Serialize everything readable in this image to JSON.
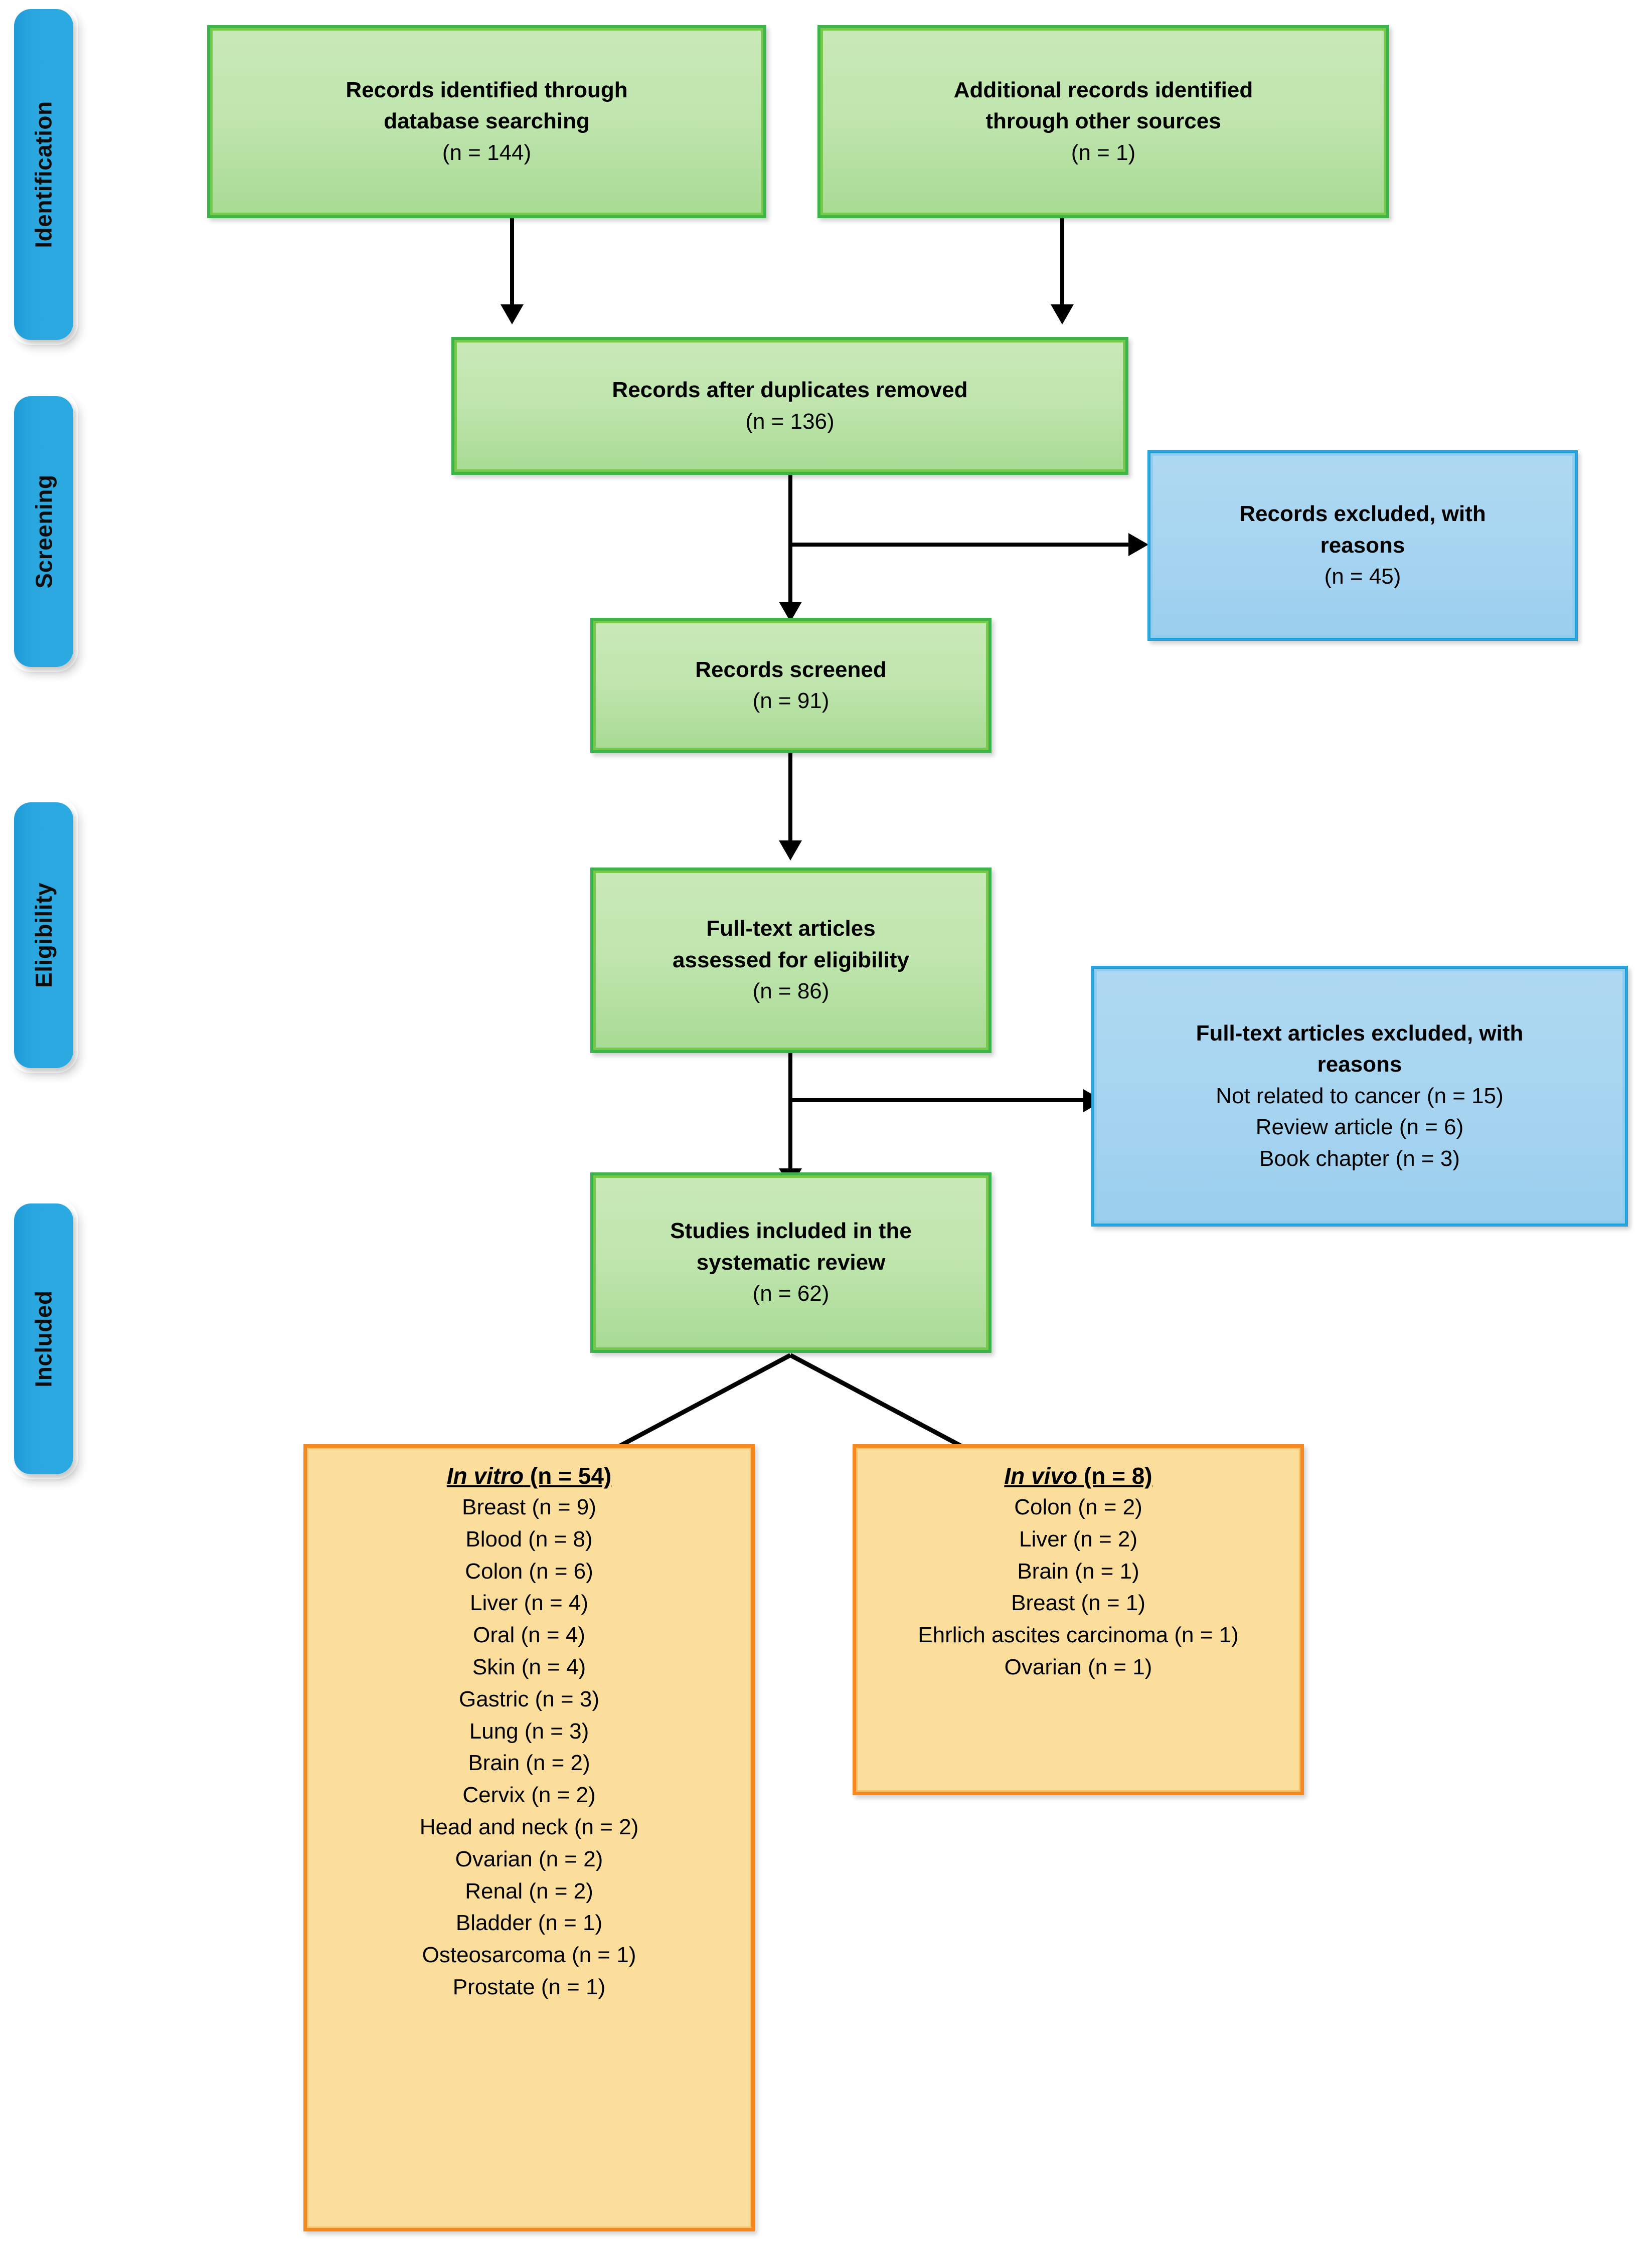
{
  "diagram": {
    "type": "prisma-flow-diagram",
    "colors": {
      "green_border": "#3DB44A",
      "green_fill": "#BFE5AD",
      "blue_border": "#2BA7E0",
      "blue_fill": "#A6D4F0",
      "orange_border": "#F6881F",
      "orange_fill": "#FCDE9C",
      "tab_blue": "#2BAAE2",
      "connector": "#000000"
    }
  },
  "stages": [
    {
      "label": "Identification"
    },
    {
      "label": "Screening"
    },
    {
      "label": "Eligibility"
    },
    {
      "label": "Included"
    }
  ],
  "boxes": {
    "records_database": {
      "lines": [
        "Records identified through",
        "database searching",
        "(n = 144)"
      ],
      "n": 144,
      "style": "green"
    },
    "records_other": {
      "lines": [
        "Additional records identified",
        "through other sources",
        "(n = 1)"
      ],
      "n": 1,
      "style": "green"
    },
    "duplicates_removed": {
      "lines": [
        "Records after duplicates removed",
        "(n = 136)"
      ],
      "n": 136,
      "style": "green"
    },
    "records_excluded": {
      "lines": [
        "Records excluded, with",
        "reasons",
        "(n = 45)"
      ],
      "n": 45,
      "style": "blue"
    },
    "records_screened": {
      "lines": [
        "Records screened",
        "(n = 91)"
      ],
      "n": 91,
      "style": "green"
    },
    "fulltext_assessed": {
      "lines": [
        "Full-text articles",
        "assessed for eligibility",
        "(n = 86)"
      ],
      "n": 86,
      "style": "green"
    },
    "fulltext_excluded": {
      "heading": [
        "Full-text articles excluded, with",
        "reasons"
      ],
      "reasons": [
        "Not related to cancer (n = 15)",
        "Review article (n = 6)",
        "Book chapter (n = 3)"
      ],
      "style": "blue"
    },
    "studies_included": {
      "lines": [
        "Studies included in the",
        "systematic review",
        "(n = 62)"
      ],
      "n": 62,
      "style": "green"
    },
    "in_vitro": {
      "heading_italic": "In vitro",
      "heading_rest": " (n = 54)",
      "n": 54,
      "style": "orange",
      "items": [
        "Breast (n = 9)",
        "Blood (n = 8)",
        "Colon (n = 6)",
        "Liver (n = 4)",
        "Oral (n = 4)",
        "Skin (n = 4)",
        "Gastric (n = 3)",
        "Lung (n = 3)",
        "Brain (n = 2)",
        "Cervix (n = 2)",
        "Head and neck (n = 2)",
        "Ovarian (n = 2)",
        "Renal (n = 2)",
        "Bladder (n = 1)",
        "Osteosarcoma (n = 1)",
        "Prostate (n = 1)"
      ]
    },
    "in_vivo": {
      "heading_italic": "In vivo",
      "heading_rest": " (n = 8)",
      "n": 8,
      "style": "orange",
      "items": [
        "Colon (n = 2)",
        "Liver (n = 2)",
        "Brain (n = 1)",
        "Breast (n = 1)",
        "Ehrlich ascites carcinoma (n = 1)",
        "Ovarian (n = 1)"
      ]
    }
  }
}
